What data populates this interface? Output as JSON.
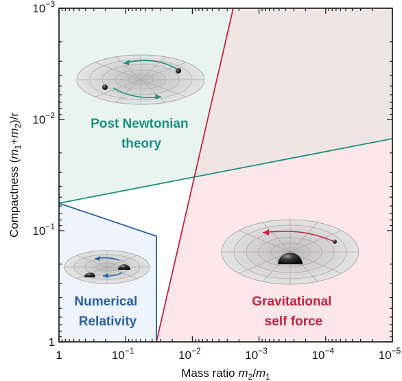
{
  "chart_data": {
    "type": "diagram",
    "x_axis": {
      "label_parts": [
        "Mass ratio ",
        "m",
        "2",
        "/",
        "m",
        "1"
      ],
      "scale": "log",
      "reversed": true,
      "range": [
        1,
        1e-05
      ],
      "ticks": [
        {
          "base": "1",
          "exp": ""
        },
        {
          "base": "10",
          "exp": "−1"
        },
        {
          "base": "10",
          "exp": "−2"
        },
        {
          "base": "10",
          "exp": "−3"
        },
        {
          "base": "10",
          "exp": "−4"
        },
        {
          "base": "10",
          "exp": "−5"
        }
      ]
    },
    "y_axis": {
      "label_parts": [
        "Compactness (",
        "m",
        "1",
        "+",
        "m",
        "2",
        ")/r"
      ],
      "scale": "log",
      "range": [
        1,
        0.001
      ],
      "ticks": [
        {
          "base": "10",
          "exp": "−3"
        },
        {
          "base": "10",
          "exp": "−2"
        },
        {
          "base": "10",
          "exp": "−1"
        },
        {
          "base": "1",
          "exp": ""
        }
      ]
    },
    "regions": [
      {
        "id": "post-newtonian",
        "lines": [
          "Post Newtonian",
          "theory"
        ],
        "color": "#1a9080",
        "fill": "#e9f4f1"
      },
      {
        "id": "numerical-relativity",
        "lines": [
          "Numerical",
          "Relativity"
        ],
        "color": "#2a5fa6",
        "fill": "#eef4fb"
      },
      {
        "id": "gravitational-self-force",
        "lines": [
          "Gravitational",
          "self force"
        ],
        "color": "#c8213f",
        "fill": "#fbe7ea"
      }
    ],
    "overlap_fill": "#efe5e3"
  }
}
